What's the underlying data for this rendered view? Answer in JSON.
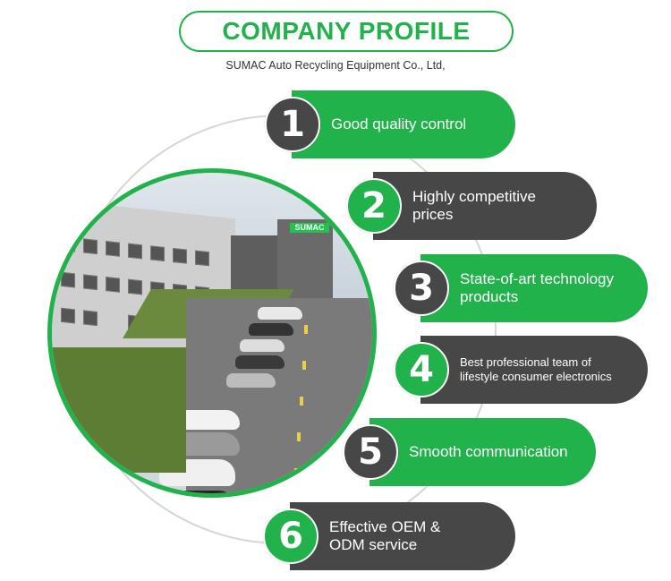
{
  "header": {
    "title": "COMPANY PROFILE",
    "subtitle": "SUMAC Auto Recycling Equipment Co., Ltd,"
  },
  "photo": {
    "description": "Factory building with parking lot",
    "sign_text": "SUMAC"
  },
  "colors": {
    "green": "#22b24c",
    "dark": "#474747",
    "arc": "#d6d6d6"
  },
  "items": [
    {
      "number": "1",
      "label": "Good quality control",
      "pill_color": "green",
      "badge_color": "dark"
    },
    {
      "number": "2",
      "label": "Highly competitive prices",
      "pill_color": "dark",
      "badge_color": "green"
    },
    {
      "number": "3",
      "label": "State-of-art technology products",
      "pill_color": "green",
      "badge_color": "dark"
    },
    {
      "number": "4",
      "label": "Best professional team of lifestyle consumer electronics",
      "pill_color": "dark",
      "badge_color": "green"
    },
    {
      "number": "5",
      "label": "Smooth communication",
      "pill_color": "green",
      "badge_color": "dark"
    },
    {
      "number": "6",
      "label": "Effective OEM & ODM service",
      "pill_color": "dark",
      "badge_color": "green"
    }
  ]
}
